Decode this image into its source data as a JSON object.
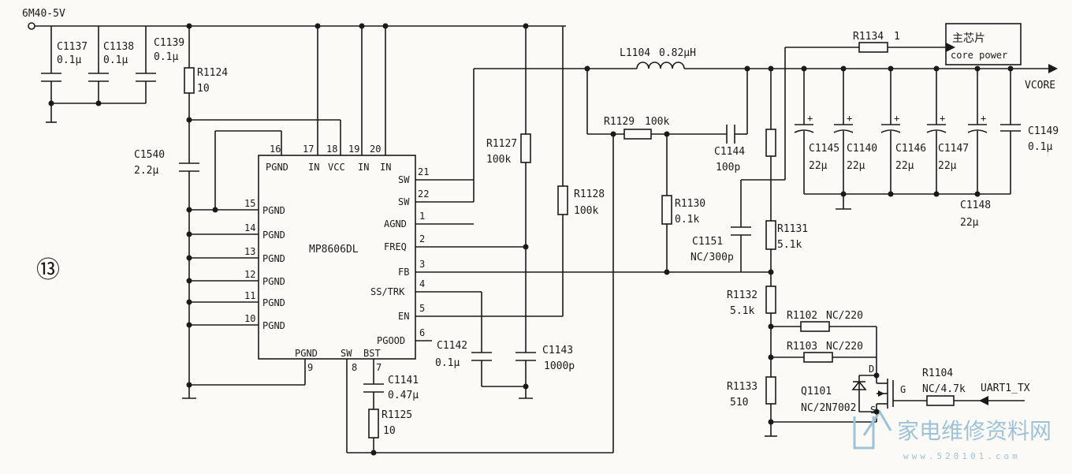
{
  "page": {
    "circle_number": "⑬",
    "input_rail": "6M40-5V",
    "output_rail": "VCORE",
    "uart_signal": "UART1_TX"
  },
  "ic": {
    "name": "MP8606DL",
    "top_pins": [
      {
        "num": "16",
        "label": "PGND"
      },
      {
        "num": "17",
        "label": "IN"
      },
      {
        "num": "18",
        "label": "VCC"
      },
      {
        "num": "19",
        "label": "IN"
      },
      {
        "num": "20",
        "label": "IN"
      }
    ],
    "left_pins": [
      {
        "num": "15",
        "label": "PGND"
      },
      {
        "num": "14",
        "label": "PGND"
      },
      {
        "num": "13",
        "label": "PGND"
      },
      {
        "num": "12",
        "label": "PGND"
      },
      {
        "num": "11",
        "label": "PGND"
      },
      {
        "num": "10",
        "label": "PGND"
      }
    ],
    "right_pins": [
      {
        "num": "21",
        "label": "SW"
      },
      {
        "num": "22",
        "label": "SW"
      },
      {
        "num": "1",
        "label": "AGND"
      },
      {
        "num": "2",
        "label": "FREQ"
      },
      {
        "num": "3",
        "label": "FB"
      },
      {
        "num": "4",
        "label": "SS/TRK"
      },
      {
        "num": "5",
        "label": "EN"
      },
      {
        "num": "6",
        "label": "PGOOD"
      }
    ],
    "bottom_pins": [
      {
        "num": "9",
        "label": "PGND"
      },
      {
        "num": "8",
        "label": "SW"
      },
      {
        "num": "7",
        "label": "BST"
      }
    ]
  },
  "components": {
    "c1137": {
      "ref": "C1137",
      "value": "0.1μ"
    },
    "c1138": {
      "ref": "C1138",
      "value": "0.1μ"
    },
    "c1139": {
      "ref": "C1139",
      "value": "0.1μ"
    },
    "r1124": {
      "ref": "R1124",
      "value": "10"
    },
    "c1540": {
      "ref": "C1540",
      "value": "2.2μ"
    },
    "r1127": {
      "ref": "R1127",
      "value": "100k"
    },
    "r1128": {
      "ref": "R1128",
      "value": "100k"
    },
    "l1104": {
      "ref": "L1104",
      "value": "0.82μH"
    },
    "r1129": {
      "ref": "R1129",
      "value": "100k"
    },
    "c1144": {
      "ref": "C1144",
      "value": "100p"
    },
    "r1130": {
      "ref": "R1130",
      "value": "0.1k"
    },
    "c1151": {
      "ref": "C1151",
      "value": "NC/300p"
    },
    "r1131": {
      "ref": "R1131",
      "value": "5.1k"
    },
    "r1132": {
      "ref": "R1132",
      "value": "5.1k"
    },
    "r1133": {
      "ref": "R1133",
      "value": "510"
    },
    "r1134": {
      "ref": "R1134",
      "value": "1"
    },
    "c1145": {
      "ref": "C1145",
      "value": "22μ"
    },
    "c1140": {
      "ref": "C1140",
      "value": "22μ"
    },
    "c1146": {
      "ref": "C1146",
      "value": "22μ"
    },
    "c1147": {
      "ref": "C1147",
      "value": "22μ"
    },
    "c1148": {
      "ref": "C1148",
      "value": "22μ"
    },
    "c1149": {
      "ref": "C1149",
      "value": "0.1μ"
    },
    "c1142": {
      "ref": "C1142",
      "value": "0.1μ"
    },
    "c1143": {
      "ref": "C1143",
      "value": "1000p"
    },
    "c1141": {
      "ref": "C1141",
      "value": "0.47μ"
    },
    "r1125": {
      "ref": "R1125",
      "value": "10"
    },
    "r1102": {
      "ref": "R1102",
      "value": "NC/220"
    },
    "r1103": {
      "ref": "R1103",
      "value": "NC/220"
    },
    "q1101": {
      "ref": "Q1101",
      "value": "NC/2N7002"
    },
    "r1104": {
      "ref": "R1104",
      "value": "NC/4.7k"
    }
  },
  "core_box": {
    "line1": "主芯片",
    "line2": "core power"
  },
  "mosfet_pins": {
    "d": "D",
    "g": "G",
    "s": "S"
  },
  "watermark": {
    "text": "家电维修资料网",
    "url": "www.520101.com"
  }
}
